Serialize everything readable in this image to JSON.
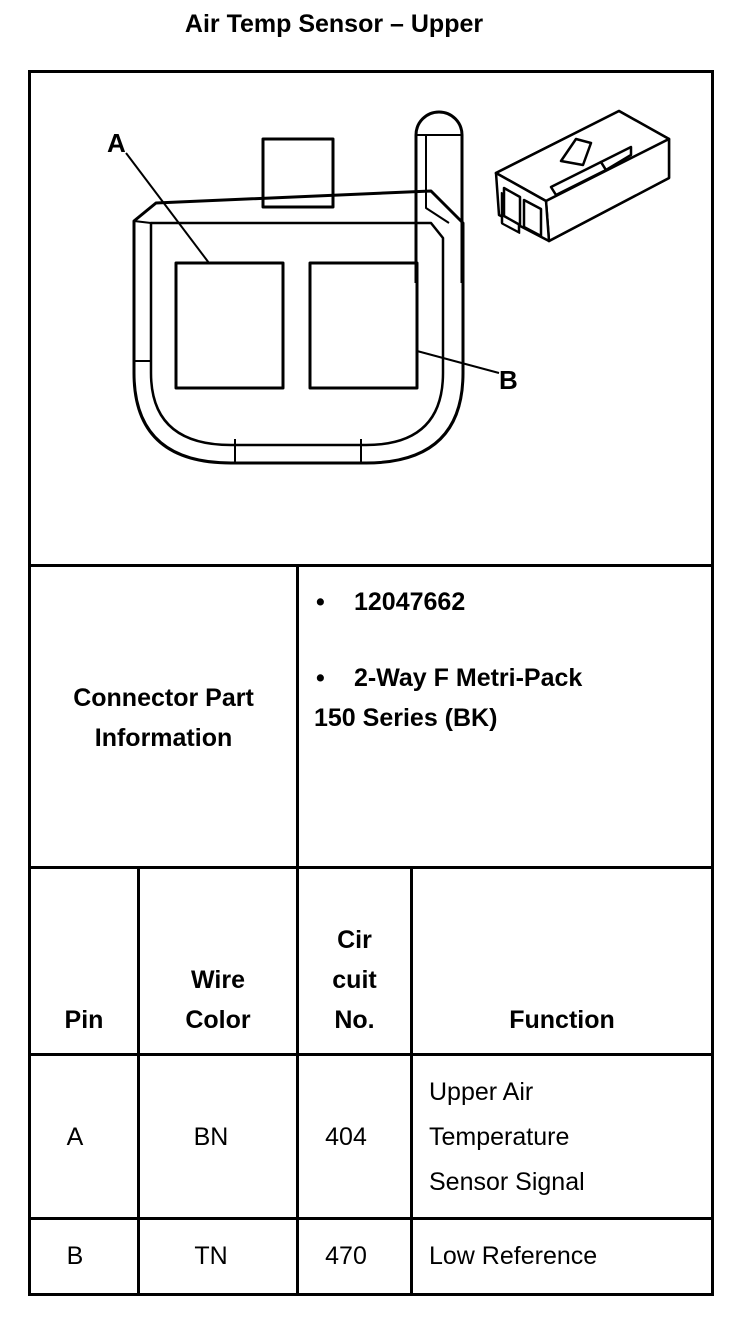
{
  "document": {
    "title": "Air Temp Sensor – Upper"
  },
  "diagram": {
    "label_a": "A",
    "label_b": "B"
  },
  "connector_info": {
    "label_line1": "Connector Part",
    "label_line2": "Information",
    "bullet": "•",
    "part_number": "12047662",
    "description_line1": "2-Way F Metri-Pack",
    "description_line2": "150 Series (BK)"
  },
  "pin_table": {
    "headers": {
      "pin": "Pin",
      "wire_color_line1": "Wire",
      "wire_color_line2": "Color",
      "circuit_line1": "Cir",
      "circuit_line2": "cuit",
      "circuit_line3": "No.",
      "function": "Function"
    },
    "rows": [
      {
        "pin": "A",
        "wire_color": "BN",
        "circuit": "404",
        "function_line1": "Upper Air",
        "function_line2": "Temperature",
        "function_line3": "Sensor Signal"
      },
      {
        "pin": "B",
        "wire_color": "TN",
        "circuit": "470",
        "function_line1": "Low Reference"
      }
    ]
  }
}
